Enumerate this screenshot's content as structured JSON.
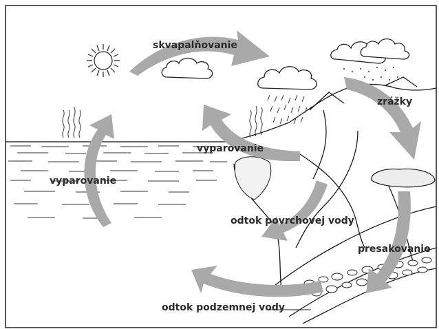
{
  "labels": {
    "condensation": "skvapalňovanie",
    "precipitation": "zrážky",
    "evaporation_land": "vyparovanie",
    "evaporation_sea": "vyparovanie",
    "surface_runoff": "odtok povrchovej vody",
    "percolation": "presakovanie",
    "groundwater_runoff": "odtok podzemnej vody"
  },
  "colors": {
    "arrow": "#a9a9a9",
    "line": "#1a1a1a",
    "text": "#2b2b2b"
  }
}
